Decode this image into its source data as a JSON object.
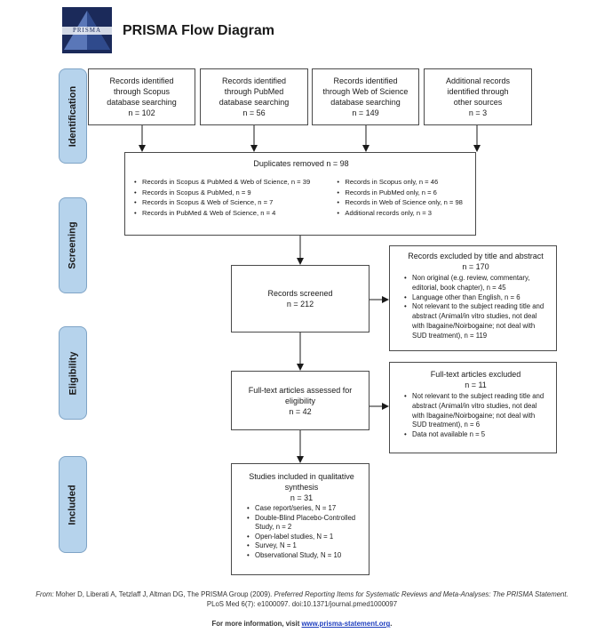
{
  "header": {
    "logo_text": "PRISMA",
    "title": "PRISMA Flow Diagram"
  },
  "phases": {
    "identification": "Identification",
    "screening": "Screening",
    "eligibility": "Eligibility",
    "included": "Included"
  },
  "sources": [
    {
      "lines": [
        "Records identified",
        "through Scopus",
        "database searching"
      ],
      "count": "n = 102"
    },
    {
      "lines": [
        "Records identified",
        "through PubMed",
        "database searching"
      ],
      "count": "n = 56"
    },
    {
      "lines": [
        "Records identified",
        "through Web of Science",
        "database searching"
      ],
      "count": "n = 149"
    },
    {
      "lines": [
        "Additional records",
        "identified through",
        "other sources"
      ],
      "count": "n = 3"
    }
  ],
  "duplicates": {
    "title": "Duplicates removed n = 98",
    "left_items": [
      "Records in Scopus & PubMed & Web of Science, n = 39",
      "Records in Scopus & PubMed, n = 9",
      "Records in Scopus & Web of Science, n = 7",
      "Records in PubMed & Web of Science, n = 4"
    ],
    "right_items": [
      "Records in Scopus only, n = 46",
      "Records in PubMed only, n = 6",
      "Records in Web of Science only, n = 98",
      "Additional records only, n = 3"
    ]
  },
  "screened": {
    "title": "Records screened",
    "count": "n = 212"
  },
  "excluded_title_abstract": {
    "title": "Records excluded by title and abstract",
    "count": "n = 170",
    "items": [
      "Non original (e.g. review, commentary, editorial, book chapter), n = 45",
      "Language other than English, n = 6",
      "Not relevant to the subject reading title and abstract (Animal/in vitro studies, not deal with Ibagaine/Noirbogaine; not deal with SUD treatment), n = 119"
    ]
  },
  "fulltext": {
    "title": "Full-text articles assessed for eligibility",
    "count": "n = 42"
  },
  "fulltext_excluded": {
    "title": "Full-text articles excluded",
    "count": "n = 11",
    "items": [
      "Not relevant to the subject reading title and abstract (Animal/in vitro studies, not deal with Ibagaine/Noirbogaine; not deal with SUD treatment), n = 6",
      "Data not available n = 5"
    ]
  },
  "included": {
    "title": "Studies included in qualitative synthesis",
    "count": "n = 31",
    "items": [
      "Case report/series, N = 17",
      "Double-Blind Placebo-Controlled Study, n = 2",
      "Open-label studies, N = 1",
      "Survey, N = 1",
      "Observational Study, N = 10"
    ]
  },
  "footer": {
    "from_label": "From:",
    "authors": "Moher D, Liberati A, Tetzlaff J, Altman DG, The PRISMA Group (2009).",
    "journal_title": "Preferred Reporting Items for Systematic Reviews and Meta-Analyses: The PRISMA Statement.",
    "citation": "PLoS Med 6(7): e1000097. doi:10.1371/journal.pmed1000097",
    "more_info": "For more information, visit",
    "url": "www.prisma-statement.org",
    "period": "."
  }
}
